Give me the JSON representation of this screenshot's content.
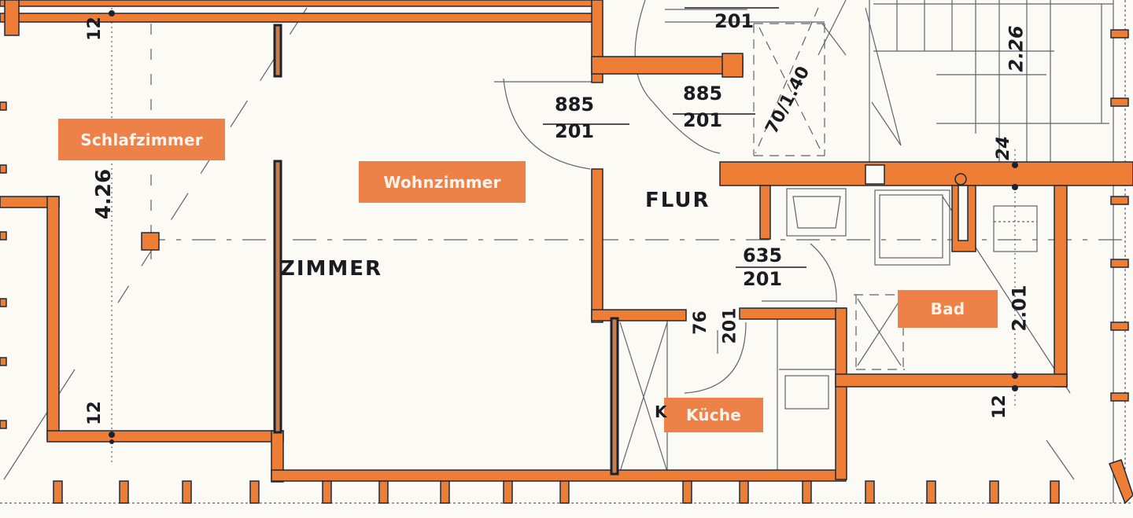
{
  "plan": {
    "colors": {
      "wall": "#ee7d35",
      "wall_edge": "#1f2a3a",
      "label_bg": "#ee8148",
      "label_text": "#fdf3ea",
      "ink": "#1b1b22",
      "paper": "#fbfaf5"
    },
    "room_labels": [
      {
        "id": "schlafzimmer",
        "label": "Schlafzimmer"
      },
      {
        "id": "wohnzimmer",
        "label": "Wohnzimmer"
      },
      {
        "id": "bad",
        "label": "Bad"
      },
      {
        "id": "kueche",
        "label": "Küche"
      }
    ],
    "handwritten_labels": {
      "flur": "FLUR",
      "zimmer": "ZIMMER",
      "kueche_initial": "K"
    },
    "dimensions": {
      "top_left_12": "12",
      "schlafzimmer_width": "4.26",
      "bottom_left_12": "12",
      "door_wohn_top": "885",
      "door_wohn_bottom": "201",
      "door_flur_top": "885",
      "door_flur_bottom": "201",
      "door_top_bottom": "201",
      "window_stair": "70/1.40",
      "stair_height": "2.26",
      "wall_24": "24",
      "door_bad_top": "635",
      "door_bad_bottom": "201",
      "door_kueche_a": "76",
      "door_kueche_b": "201",
      "bad_height": "2.01",
      "bottom_right_12": "12"
    }
  }
}
